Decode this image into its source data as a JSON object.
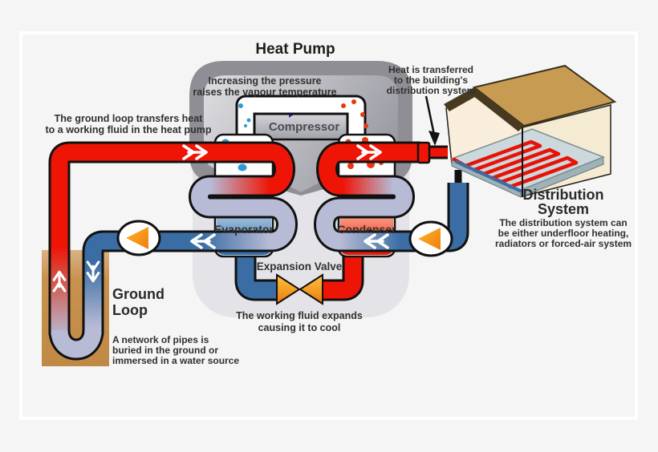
{
  "title": "Heat Pump",
  "heat_pump": {
    "compressor_label": "Compressor",
    "evaporator_label": "Evaporator",
    "condenser_label": "Condenser",
    "expansion_valve_label": "Expansion Valve",
    "pressure_note_line1": "Increasing the pressure",
    "pressure_note_line2": "raises the vapour temperature",
    "expansion_note_line1": "The working fluid expands",
    "expansion_note_line2": "causing it to cool"
  },
  "ground_loop": {
    "title_line1": "Ground",
    "title_line2": "Loop",
    "transfer_note_line1": "The ground loop transfers heat",
    "transfer_note_line2": "to a working fluid in the heat pump",
    "description_line1": "A network of pipes is",
    "description_line2": "buried in the ground or",
    "description_line3": "immersed in a water source"
  },
  "distribution": {
    "title_line1": "Distribution",
    "title_line2": "System",
    "transfer_note_line1": "Heat is transferred",
    "transfer_note_line2": "to the building's",
    "transfer_note_line3": "distribution system",
    "description_line1": "The distribution system can",
    "description_line2": "be either underfloor heating,",
    "description_line3": "radiators or forced-air system"
  },
  "colors": {
    "hot_pipe": "#ee1507",
    "cold_pipe": "#3a6da4",
    "cooled_pipe": "#b7bbd5",
    "valve_orange": "#f59b1c",
    "soil_brown": "#c89552",
    "shell_gray": "#8e8e94",
    "roof_tan": "#c89b52",
    "wall_cream": "#f8eedb",
    "floor_slab": "#cbd8dc"
  }
}
